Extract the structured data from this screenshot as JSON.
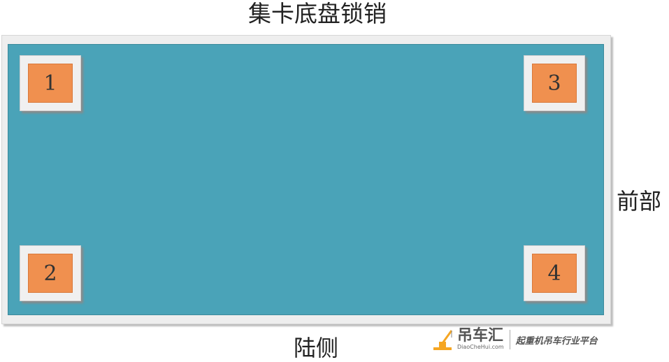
{
  "diagram": {
    "title": "集卡底盘锁销",
    "label_front": "前部",
    "label_land_side": "陆侧",
    "locks": [
      {
        "number": "1"
      },
      {
        "number": "2"
      },
      {
        "number": "3"
      },
      {
        "number": "4"
      }
    ]
  },
  "watermark": {
    "brand": "吊车汇",
    "url": "DiaoCheHui.com",
    "slogan": "起重机吊车行业平台"
  },
  "colors": {
    "deck": "#4aa3b8",
    "lock_pin": "#f0904f",
    "frame": "#eeeeee"
  }
}
